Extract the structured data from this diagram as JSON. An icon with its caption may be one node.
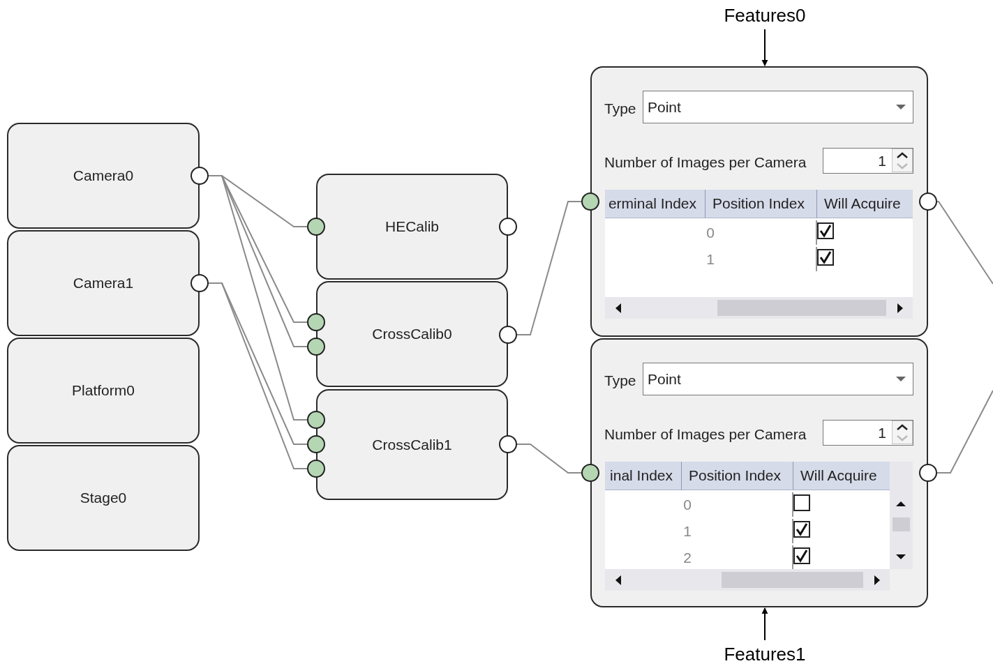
{
  "diagram": {
    "nodes": [
      {
        "text": [
          "Features0"
        ]
      },
      {
        "text": [
          "Camera0"
        ]
      },
      {
        "text": [
          "Camera1"
        ]
      },
      {
        "text": [
          "Platform0"
        ]
      },
      {
        "text": [
          "Stage0"
        ]
      },
      {
        "text": [
          "HECalib"
        ]
      },
      {
        "text": [
          "CrossCalib0"
        ]
      },
      {
        "text": [
          "CrossCalib1"
        ]
      },
      {
        "text": [
          "Type",
          "Point",
          "Number of Images per Camera",
          "1",
          "erminal Index",
          "Position Index",
          "Will Acquire",
          "0",
          "1"
        ]
      },
      {
        "text": [
          "Type",
          "Point",
          "Number of Images per Camera",
          "1",
          "inal Index",
          "Position Index",
          "Will Acquire",
          "0",
          "1",
          "2"
        ]
      },
      {
        "text": [
          "Features1"
        ]
      }
    ],
    "edges": [
      {
        "from": 0,
        "to": 8,
        "arrow": "to",
        "color": "#000000"
      },
      {
        "from": 1,
        "to": 5,
        "arrow": "none"
      },
      {
        "from": 1,
        "to": 6,
        "arrow": "none"
      },
      {
        "from": 1,
        "to": 6,
        "arrow": "none"
      },
      {
        "from": 1,
        "to": 7,
        "arrow": "none"
      },
      {
        "from": 2,
        "to": 7,
        "arrow": "none"
      },
      {
        "from": 2,
        "to": 7,
        "arrow": "none"
      },
      {
        "from": 6,
        "to": 8,
        "arrow": "none"
      },
      {
        "from": 7,
        "to": 9,
        "arrow": "none"
      },
      {
        "from": 8,
        "to": null,
        "arrow": "none"
      },
      {
        "from": 9,
        "to": null,
        "arrow": "none"
      },
      {
        "from": 10,
        "to": 9,
        "arrow": "to",
        "color": "#000000"
      }
    ]
  }
}
